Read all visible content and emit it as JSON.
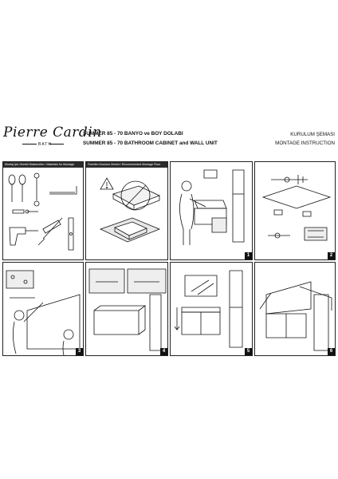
{
  "brand": {
    "name": "Pierre Cardin",
    "sub": "BATH"
  },
  "header": {
    "title_tr": "SUMMER 85 - 70 BANYO ve BOY DOLABI",
    "title_en": "SUMMER 85 - 70 BATHROOM CABINET and WALL UNIT",
    "label_tr": "KURULUM ŞEMASI",
    "label_en": "MONTAGE INSTRUCTION"
  },
  "panels": {
    "materials": {
      "caption": "Montaj İçin Gerekli Malzemeler / Materials for Montage"
    },
    "floor": {
      "caption": "Önerilen Kurulum Zemini / Recommended Montage Floor"
    },
    "steps": [
      "1",
      "2",
      "3",
      "4",
      "5",
      "6"
    ]
  }
}
